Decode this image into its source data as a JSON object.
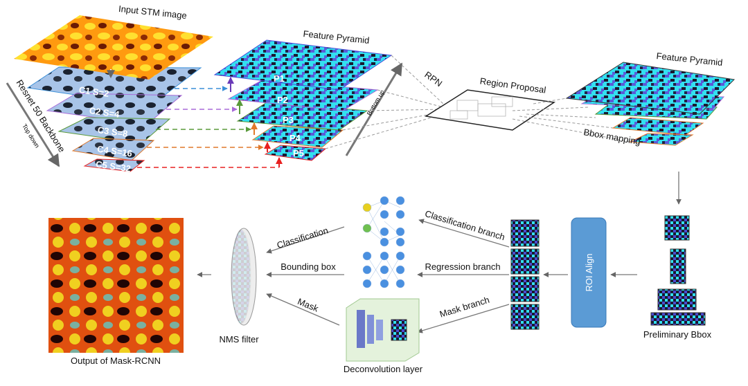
{
  "title_input": "Input STM image",
  "backbone": {
    "label": "Resnet 50 Backbone",
    "direction": "Top down",
    "layers": [
      "C1 S=2",
      "C2 S=4",
      "C3 S=8",
      "C4 S=16",
      "C5 S=32"
    ]
  },
  "pyramid": {
    "title": "Feature Pyramid",
    "direction": "Bottom up",
    "levels": [
      "P1",
      "P2",
      "P3",
      "P4",
      "P5"
    ]
  },
  "rpn": "RPN",
  "region_proposal": "Region Proposal",
  "pyramid2_title": "Feature Pyramid",
  "bbox_mapping": "Bbox mapping",
  "preliminary_bbox": "Preliminary Bbox",
  "roi_align": "ROI Align",
  "branches": {
    "classification": "Classification branch",
    "regression": "Regression branch",
    "mask": "Mask branch"
  },
  "heads": {
    "classification": "Classification",
    "bbox": "Bounding box",
    "mask": "Mask"
  },
  "deconv": "Deconvolution layer",
  "nms": "NMS filter",
  "output": "Output of Mask-RCNN",
  "colors": {
    "c1": "#3a8fd8",
    "c2": "#a86ad8",
    "c3": "#5a9a3a",
    "c4": "#e0782a",
    "c5": "#e82020",
    "roi": "#5b9bd5",
    "cyan": "#33e0f0"
  }
}
